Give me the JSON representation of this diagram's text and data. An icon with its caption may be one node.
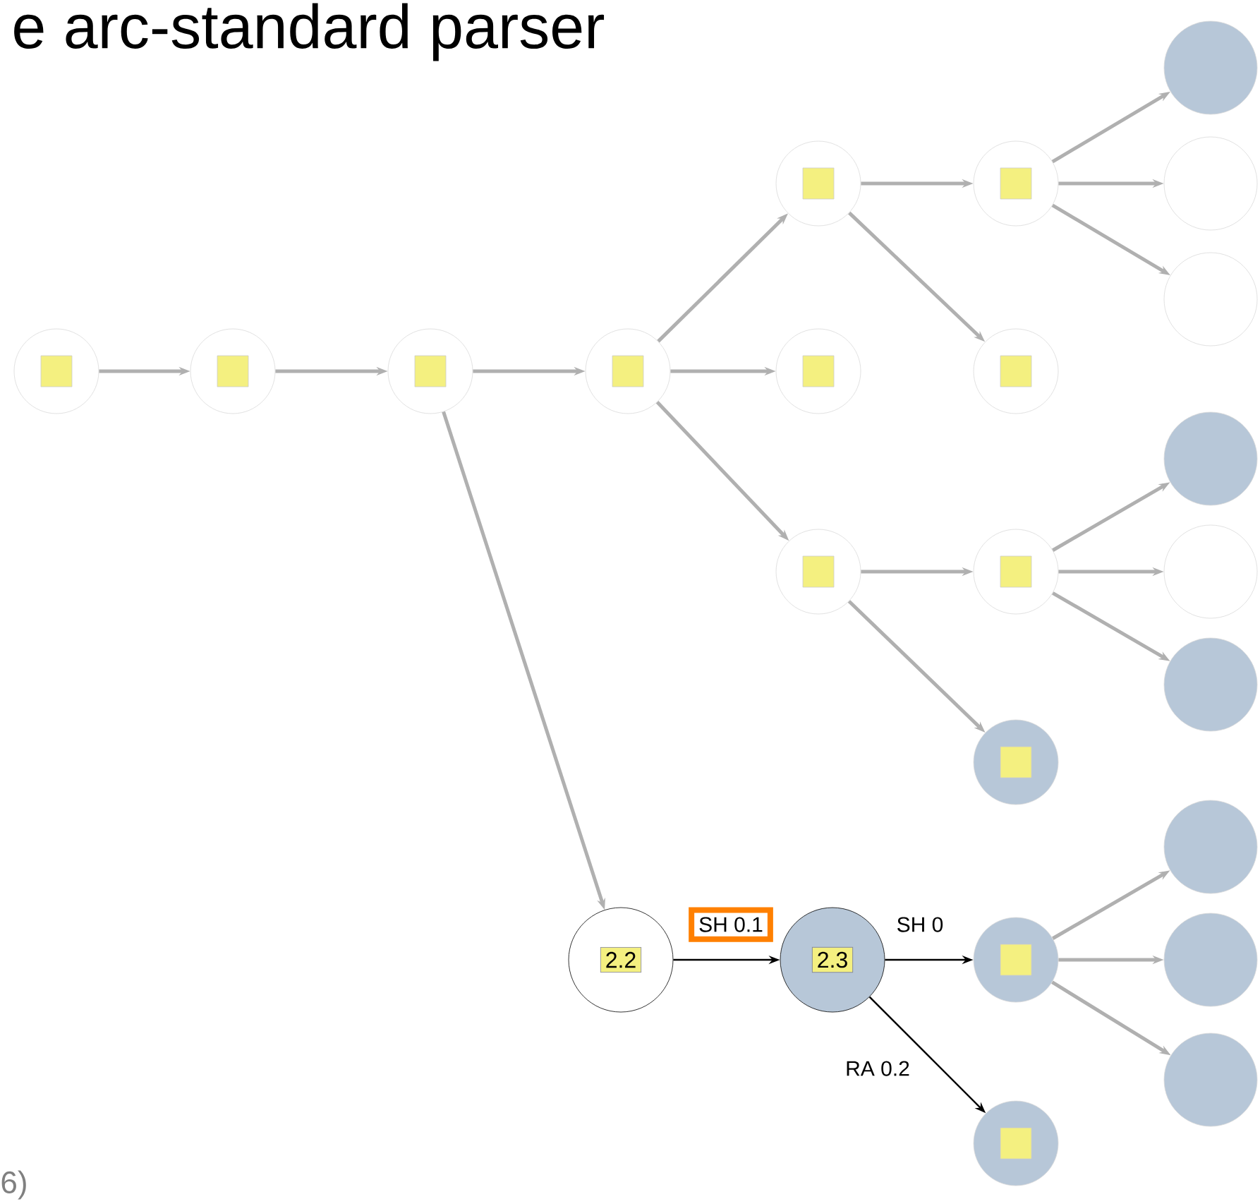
{
  "diagram": {
    "title": "e arc-standard parser",
    "nodes": [
      {
        "text": [],
        "shape": "circle"
      },
      {
        "text": [],
        "shape": "circle"
      },
      {
        "text": [],
        "shape": "circle"
      },
      {
        "text": [],
        "shape": "circle"
      },
      {
        "text": [],
        "shape": "circle"
      },
      {
        "text": [],
        "shape": "circle"
      },
      {
        "text": [],
        "shape": "circle"
      },
      {
        "text": [],
        "shape": "circle"
      },
      {
        "text": [],
        "shape": "circle"
      },
      {
        "text": [],
        "shape": "circle"
      },
      {
        "text": [],
        "shape": "circle"
      },
      {
        "text": [],
        "shape": "circle"
      },
      {
        "text": [],
        "shape": "circle"
      },
      {
        "text": [],
        "shape": "circle"
      },
      {
        "text": [],
        "shape": "circle"
      },
      {
        "text": [],
        "shape": "circle"
      },
      {
        "text": [],
        "shape": "circle"
      },
      {
        "text": [
          "2.2"
        ]
      },
      {
        "text": [
          "2.3"
        ]
      },
      {
        "text": [],
        "shape": "circle"
      },
      {
        "text": [],
        "shape": "circle"
      },
      {
        "text": [],
        "shape": "circle"
      },
      {
        "text": [],
        "shape": "circle"
      },
      {
        "text": [],
        "shape": "circle"
      }
    ],
    "edges": [
      {
        "from": 0,
        "to": 1,
        "arrow": "to"
      },
      {
        "from": 1,
        "to": 2,
        "arrow": "to"
      },
      {
        "from": 2,
        "to": 3,
        "arrow": "to"
      },
      {
        "from": 3,
        "to": 4,
        "arrow": "to"
      },
      {
        "from": 3,
        "to": 10,
        "arrow": "to"
      },
      {
        "from": 3,
        "to": 11,
        "arrow": "to"
      },
      {
        "from": 4,
        "to": 5,
        "arrow": "to"
      },
      {
        "from": 4,
        "to": 9,
        "arrow": "to"
      },
      {
        "from": 5,
        "to": 6,
        "arrow": "to"
      },
      {
        "from": 5,
        "to": 7,
        "arrow": "to"
      },
      {
        "from": 5,
        "to": 8,
        "arrow": "to"
      },
      {
        "from": 11,
        "to": 12,
        "arrow": "to"
      },
      {
        "from": 11,
        "to": 16,
        "arrow": "to"
      },
      {
        "from": 12,
        "to": 13,
        "arrow": "to"
      },
      {
        "from": 12,
        "to": 14,
        "arrow": "to"
      },
      {
        "from": 12,
        "to": 15,
        "arrow": "to"
      },
      {
        "from": 2,
        "to": 17,
        "arrow": "to"
      },
      {
        "from": 17,
        "to": 18,
        "arrow": "to",
        "label": "SH 0.1",
        "color": "#000000"
      },
      {
        "from": 18,
        "to": 19,
        "arrow": "to",
        "label": "SH 0",
        "color": "#000000"
      },
      {
        "from": 18,
        "to": 23,
        "arrow": "to",
        "label": "RA 0.2",
        "color": "#000000"
      },
      {
        "from": 19,
        "to": 20,
        "arrow": "to"
      },
      {
        "from": 19,
        "to": 21,
        "arrow": "to"
      },
      {
        "from": 19,
        "to": 22,
        "arrow": "to"
      }
    ],
    "labels": [
      "6)"
    ]
  }
}
